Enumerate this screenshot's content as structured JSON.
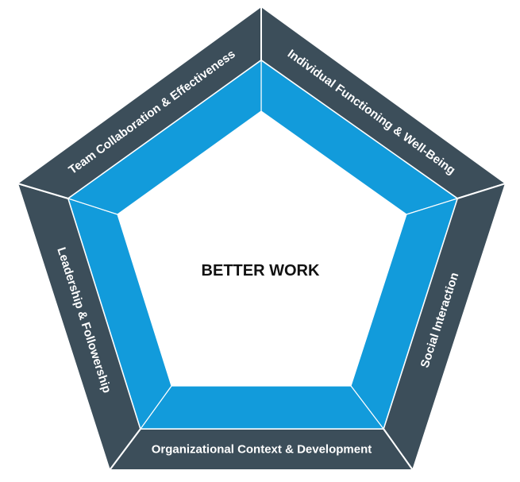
{
  "center": {
    "title": "BETTER WORK"
  },
  "segments": [
    {
      "label": "Individual Functioning & Well-Being"
    },
    {
      "label": "Social Interaction"
    },
    {
      "label": "Organizational Context & Development"
    },
    {
      "label": "Leadership & Followership"
    },
    {
      "label": "Team Collaboration & Effectiveness"
    }
  ],
  "colors": {
    "outer_ring": "#3c4e5a",
    "inner_ring": "#129bdb",
    "divider": "#ffffff",
    "center_fill": "#ffffff",
    "center_text": "#111111",
    "label_text": "#ffffff"
  }
}
